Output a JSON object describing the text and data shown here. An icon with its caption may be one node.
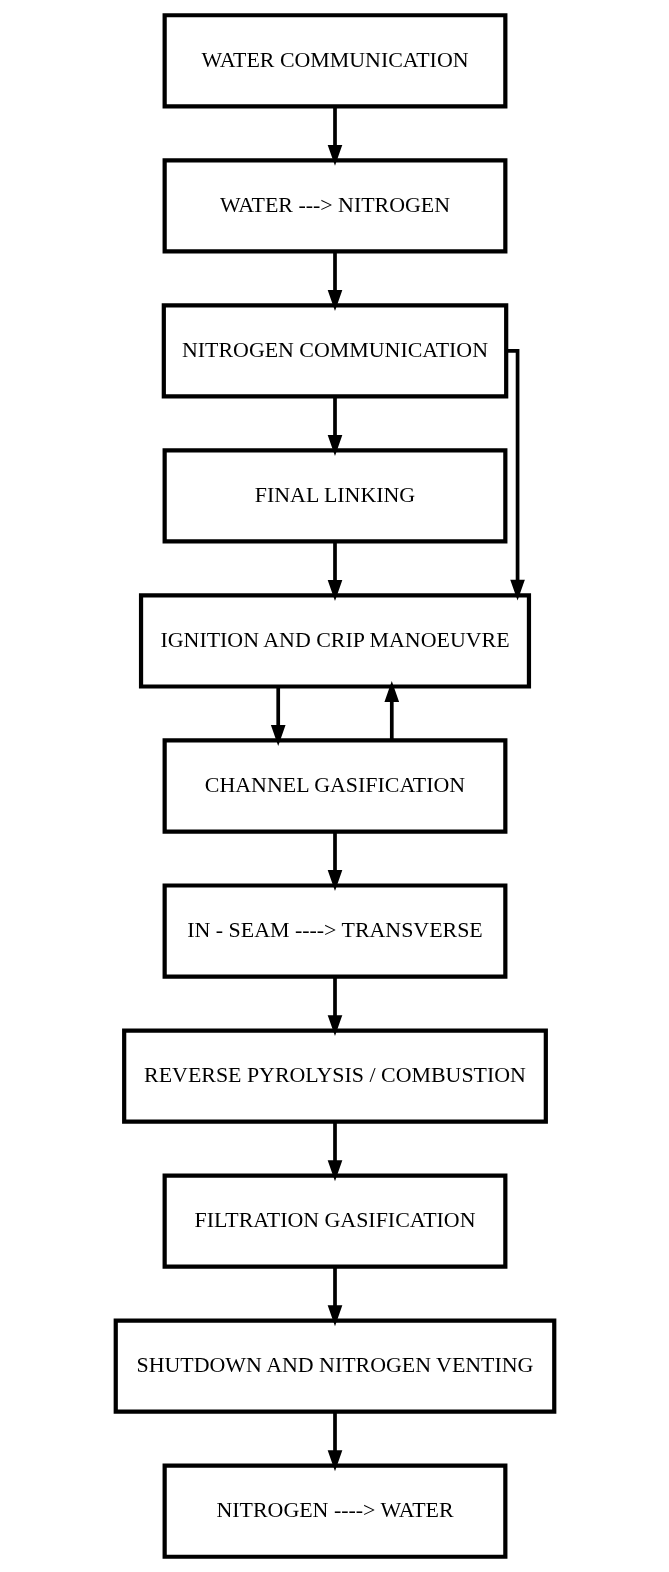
{
  "diagram": {
    "nodes": [
      {
        "text": [
          "WATER COMMUNICATION"
        ]
      },
      {
        "text": [
          "WATER ---> NITROGEN"
        ]
      },
      {
        "text": [
          "NITROGEN COMMUNICATION"
        ]
      },
      {
        "text": [
          "FINAL LINKING"
        ]
      },
      {
        "text": [
          "IGNITION AND CRIP MANOEUVRE"
        ]
      },
      {
        "text": [
          "CHANNEL GASIFICATION"
        ]
      },
      {
        "text": [
          "IN - SEAM ----> TRANSVERSE"
        ]
      },
      {
        "text": [
          "REVERSE PYROLYSIS / COMBUSTION"
        ]
      },
      {
        "text": [
          "FILTRATION GASIFICATION"
        ]
      },
      {
        "text": [
          "SHUTDOWN AND NITROGEN VENTING"
        ]
      },
      {
        "text": [
          "NITROGEN ----> WATER"
        ]
      }
    ],
    "edges": [
      {
        "from": 0,
        "to": 1,
        "arrow": "to"
      },
      {
        "from": 1,
        "to": 2,
        "arrow": "to"
      },
      {
        "from": 2,
        "to": 3,
        "arrow": "to"
      },
      {
        "from": 2,
        "to": 4,
        "arrow": "to"
      },
      {
        "from": 3,
        "to": 4,
        "arrow": "to"
      },
      {
        "from": 5,
        "to": 4,
        "arrow": "to"
      },
      {
        "from": 4,
        "to": 5,
        "arrow": "to"
      },
      {
        "from": 5,
        "to": 6,
        "arrow": "to"
      },
      {
        "from": 6,
        "to": 7,
        "arrow": "to"
      },
      {
        "from": 7,
        "to": 8,
        "arrow": "to"
      },
      {
        "from": 8,
        "to": 9,
        "arrow": "to"
      },
      {
        "from": 9,
        "to": 10,
        "arrow": "to"
      }
    ]
  }
}
